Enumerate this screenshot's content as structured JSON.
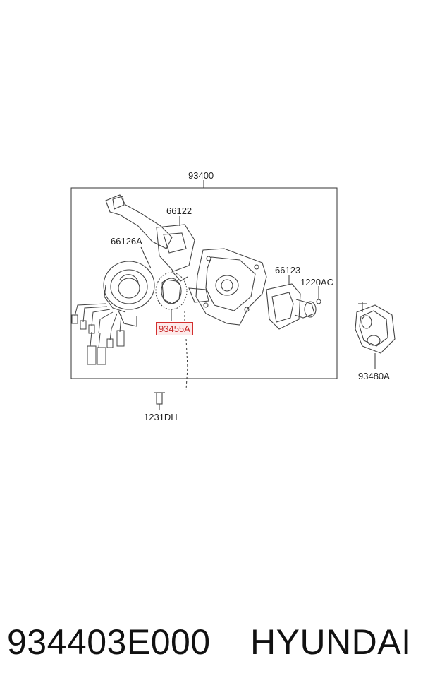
{
  "diagram": {
    "labels": {
      "assembly": "93400",
      "lever_left": "66122",
      "clock_spring": "66126A",
      "lever_right": "66123",
      "bolt_top": "1220AC",
      "highlighted_part": "93455A",
      "bolt_bottom": "1231DH",
      "side_part": "93480A"
    },
    "colors": {
      "highlight_border": "#d32f2f",
      "highlight_fill": "#fdeaea",
      "line": "#333333"
    }
  },
  "footer": {
    "part_number": "934403E000",
    "brand": "HYUNDAI"
  }
}
